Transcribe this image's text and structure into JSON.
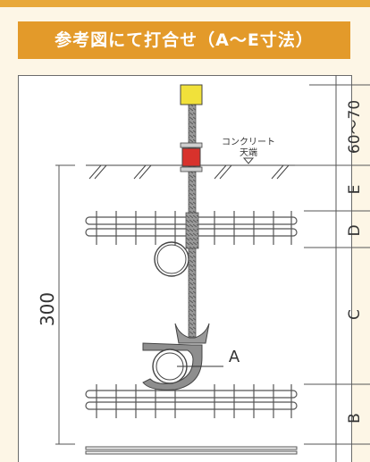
{
  "header": {
    "title": "参考図にて打合せ（A〜E寸法）"
  },
  "diagram": {
    "concrete_top_label_line1": "コンクリート",
    "concrete_top_label_line2": "天端",
    "total_height": "300",
    "dim_top": "60〜70",
    "dim_e": "E",
    "dim_d": "D",
    "dim_c": "C",
    "dim_b": "B",
    "callout_a": "A"
  },
  "colors": {
    "banner": "#e39a2a",
    "top_strip": "#e8a83a",
    "background": "#fdf6e6",
    "yellow_cap": "#f1e13a",
    "red_nut": "#d8322c",
    "clamp_gray": "#8e8e8e"
  }
}
